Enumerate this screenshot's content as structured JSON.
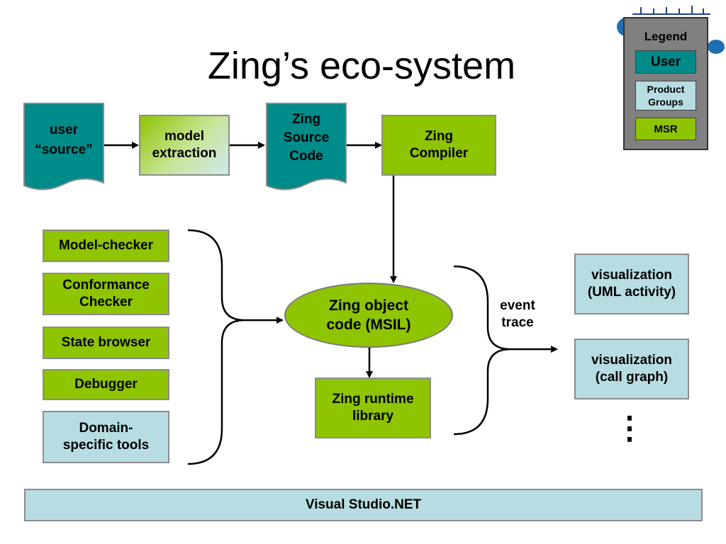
{
  "title": "Zing’s eco-system",
  "pipeline": {
    "user_source": "user\n“source”",
    "model_extraction": "model\nextraction",
    "zing_source_code": "Zing\nSource\nCode",
    "zing_compiler": "Zing\nCompiler"
  },
  "tools": [
    "Model-checker",
    "Conformance\nChecker",
    "State browser",
    "Debugger",
    "Domain-\nspecific tools"
  ],
  "object_code": "Zing object\ncode (MSIL)",
  "runtime_library": "Zing runtime\nlibrary",
  "event_trace": "event\ntrace",
  "visualizations": [
    "visualization\n(UML activity)",
    "visualization\n(call graph)"
  ],
  "more": "⋮",
  "visual_studio": "Visual Studio.NET",
  "legend": {
    "title": "Legend",
    "items": [
      "User",
      "Product\nGroups",
      "MSR"
    ]
  },
  "colors": {
    "user": "#008b8b",
    "product_groups": "#b7dde3",
    "msr": "#8fc400"
  }
}
